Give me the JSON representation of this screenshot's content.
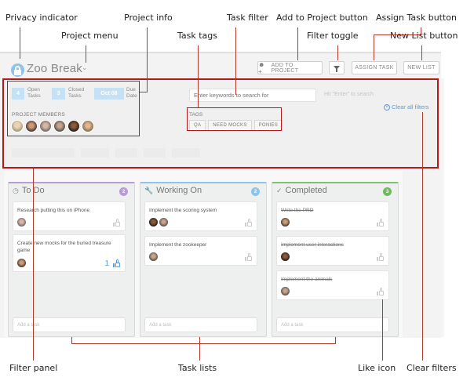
{
  "header": {
    "privacy_icon": "lock-icon",
    "project_title": "Zoo Break",
    "project_menu_icon": "⌄",
    "buttons": {
      "add_to_project": "ADD TO PROJECT",
      "add_to_project_icon": "user-plus-icon",
      "filter_toggle_icon": "funnel-icon",
      "assign_task": "ASSIGN TASK",
      "new_list": "NEW LIST"
    }
  },
  "filter_panel": {
    "stats": [
      {
        "value": "4",
        "label_line1": "Open",
        "label_line2": "Tasks"
      },
      {
        "value": "3",
        "label_line1": "Closed",
        "label_line2": "Tasks"
      },
      {
        "value": "Oct 08",
        "label_line1": "Due",
        "label_line2": "Date"
      }
    ],
    "members_label": "PROJECT MEMBERS",
    "member_count": 6,
    "search_placeholder": "Enter keywords to search for",
    "search_hint": "Hit \"Enter\" to search",
    "clear_filters": "Clear all filters",
    "tags_label": "TAGS",
    "tags": [
      "QA",
      "NEED MOCKS",
      "PONIES"
    ]
  },
  "lists": [
    {
      "title": "To Do",
      "icon": "clock-icon",
      "count": "2",
      "color": "#b99bd6",
      "cards": [
        {
          "text": "Research putting this on iPhone",
          "done": false,
          "avatars": 1,
          "likes": ""
        },
        {
          "text": "Create new mocks for the buried treasure game",
          "done": false,
          "avatars": 1,
          "likes": "1"
        }
      ],
      "add_placeholder": "Add a task"
    },
    {
      "title": "Working On",
      "icon": "wrench-icon",
      "count": "2",
      "color": "#8ec4ea",
      "cards": [
        {
          "text": "Implement the scoring system",
          "done": false,
          "avatars": 2,
          "likes": ""
        },
        {
          "text": "Implement the zookeeper",
          "done": false,
          "avatars": 1,
          "likes": ""
        }
      ],
      "add_placeholder": "Add a task"
    },
    {
      "title": "Completed",
      "icon": "check-icon",
      "count": "3",
      "color": "#7cc36a",
      "cards": [
        {
          "text": "Write the PRD",
          "done": true,
          "avatars": 1,
          "likes": ""
        },
        {
          "text": "Implement user interactions",
          "done": true,
          "avatars": 1,
          "likes": ""
        },
        {
          "text": "Implement the animals",
          "done": true,
          "avatars": 1,
          "likes": ""
        }
      ],
      "add_placeholder": "Add a task"
    }
  ],
  "annotations": {
    "privacy_indicator": "Privacy indicator",
    "project_menu": "Project menu",
    "project_info": "Project info",
    "task_tags": "Task tags",
    "task_filter": "Task filter",
    "add_to_project_button": "Add to Project button",
    "filter_toggle": "Filter toggle",
    "assign_task_button": "Assign Task button",
    "new_list_button": "New List button",
    "filter_panel": "Filter panel",
    "task_lists": "Task lists",
    "like_icon": "Like icon",
    "clear_filters": "Clear filters"
  }
}
